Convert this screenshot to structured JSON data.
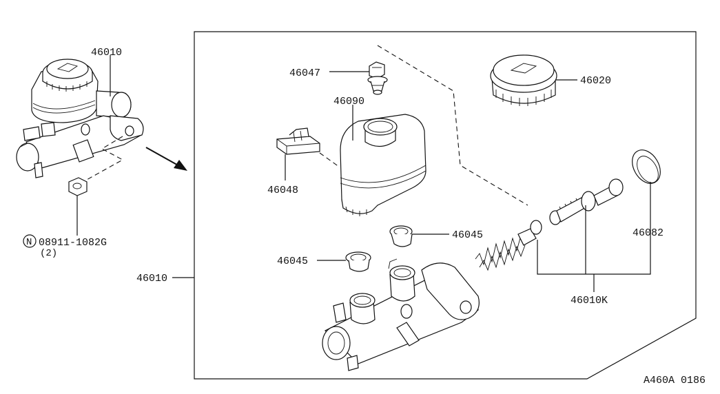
{
  "parts": {
    "assembly_small": "46010",
    "assembly_main": "46010",
    "bolt": "46047",
    "reservoir": "46090",
    "connector": "46048",
    "cap": "46020",
    "grommet_upper": "46045",
    "grommet_lower": "46045",
    "piston_kit": "46010K",
    "seal_ring": "46082"
  },
  "nut": {
    "circle_letter": "N",
    "part_number": "08911-1082G",
    "quantity": "(2)"
  },
  "figure_code": "A460A 0186"
}
